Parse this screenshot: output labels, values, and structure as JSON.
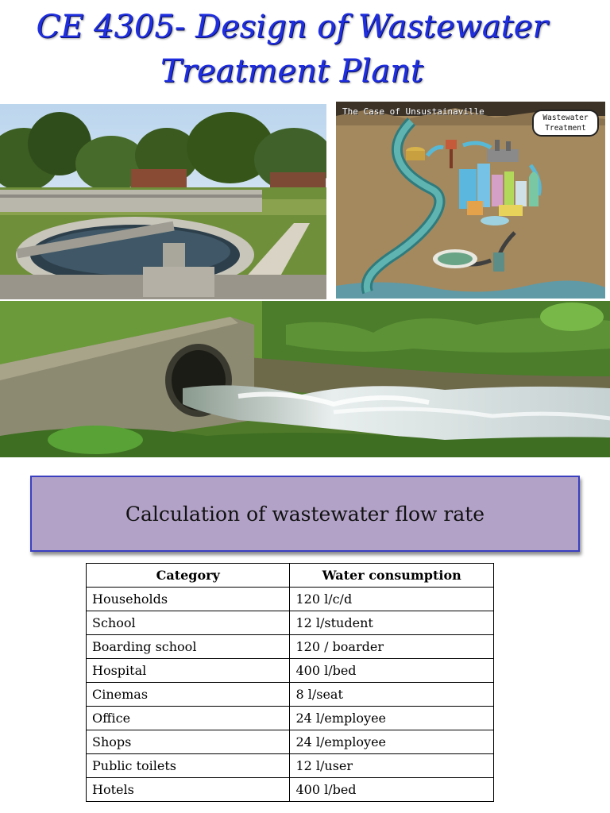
{
  "slide": {
    "title_line1": "CE 4305- Design of Wastewater",
    "title_line2": "Treatment Plant"
  },
  "diagram": {
    "caption": "The Case of Unsustainaville",
    "bubble_line1": "Wastewater",
    "bubble_line2": "Treatment"
  },
  "banner": {
    "text": "Calculation of wastewater flow rate"
  },
  "table": {
    "headers": [
      "Category",
      "Water consumption"
    ],
    "rows": [
      [
        "Households",
        "120 l/c/d"
      ],
      [
        "School",
        "12 l/student"
      ],
      [
        "Boarding school",
        "120 / boarder"
      ],
      [
        "Hospital",
        "400 l/bed"
      ],
      [
        "Cinemas",
        "8 l/seat"
      ],
      [
        "Office",
        "24 l/employee"
      ],
      [
        "Shops",
        "24 l/employee"
      ],
      [
        "Public toilets",
        "12 l/user"
      ],
      [
        "Hotels",
        "400 l/bed"
      ]
    ]
  },
  "colors": {
    "title": "#1f2fe0",
    "banner_fill": "#b2a2c7",
    "banner_border": "#3a3fbf"
  }
}
